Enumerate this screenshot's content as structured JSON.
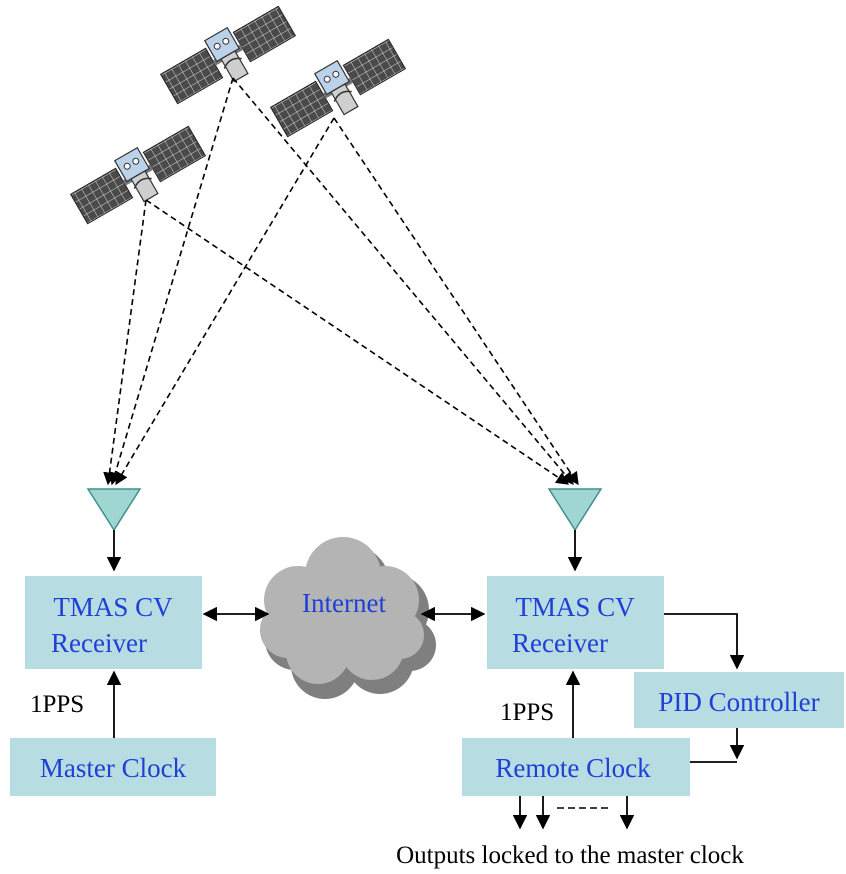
{
  "satellites": [
    {
      "name": "satellite-left",
      "icon": "satellite-icon"
    },
    {
      "name": "satellite-middle",
      "icon": "satellite-icon"
    },
    {
      "name": "satellite-right",
      "icon": "satellite-icon"
    }
  ],
  "antennas": [
    {
      "name": "antenna-left",
      "icon": "antenna-icon"
    },
    {
      "name": "antenna-right",
      "icon": "antenna-icon"
    }
  ],
  "cloud": {
    "label": "Internet"
  },
  "left": {
    "receiver_line1": "TMAS CV",
    "receiver_line2": "Receiver",
    "pps_label": "1PPS",
    "clock_label": "Master Clock"
  },
  "right": {
    "receiver_line1": "TMAS CV",
    "receiver_line2": "Receiver",
    "pps_label": "1PPS",
    "pid_label": "PID Controller",
    "clock_label": "Remote Clock"
  },
  "outputs": {
    "caption": "Outputs locked to the master clock"
  },
  "colors": {
    "box_fill": "#b7dde3",
    "box_text": "#1f3fd6",
    "antenna_fill": "#9fd6d2",
    "cloud_fill": "#b4b4b4",
    "cloud_shadow": "#7f7f7f"
  }
}
